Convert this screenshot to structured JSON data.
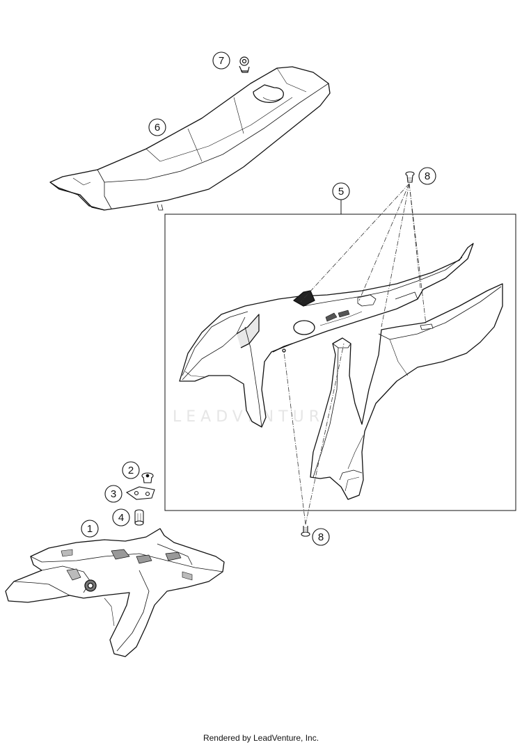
{
  "diagram": {
    "watermark": "LEADVENTURE",
    "callouts": [
      {
        "id": "1",
        "label": "1"
      },
      {
        "id": "2",
        "label": "2"
      },
      {
        "id": "3",
        "label": "3"
      },
      {
        "id": "4",
        "label": "4"
      },
      {
        "id": "5",
        "label": "5"
      },
      {
        "id": "6",
        "label": "6"
      },
      {
        "id": "7",
        "label": "7"
      },
      {
        "id": "8a",
        "label": "8"
      },
      {
        "id": "8b",
        "label": "8"
      }
    ]
  },
  "footer": {
    "text": "Rendered by LeadVenture, Inc."
  }
}
